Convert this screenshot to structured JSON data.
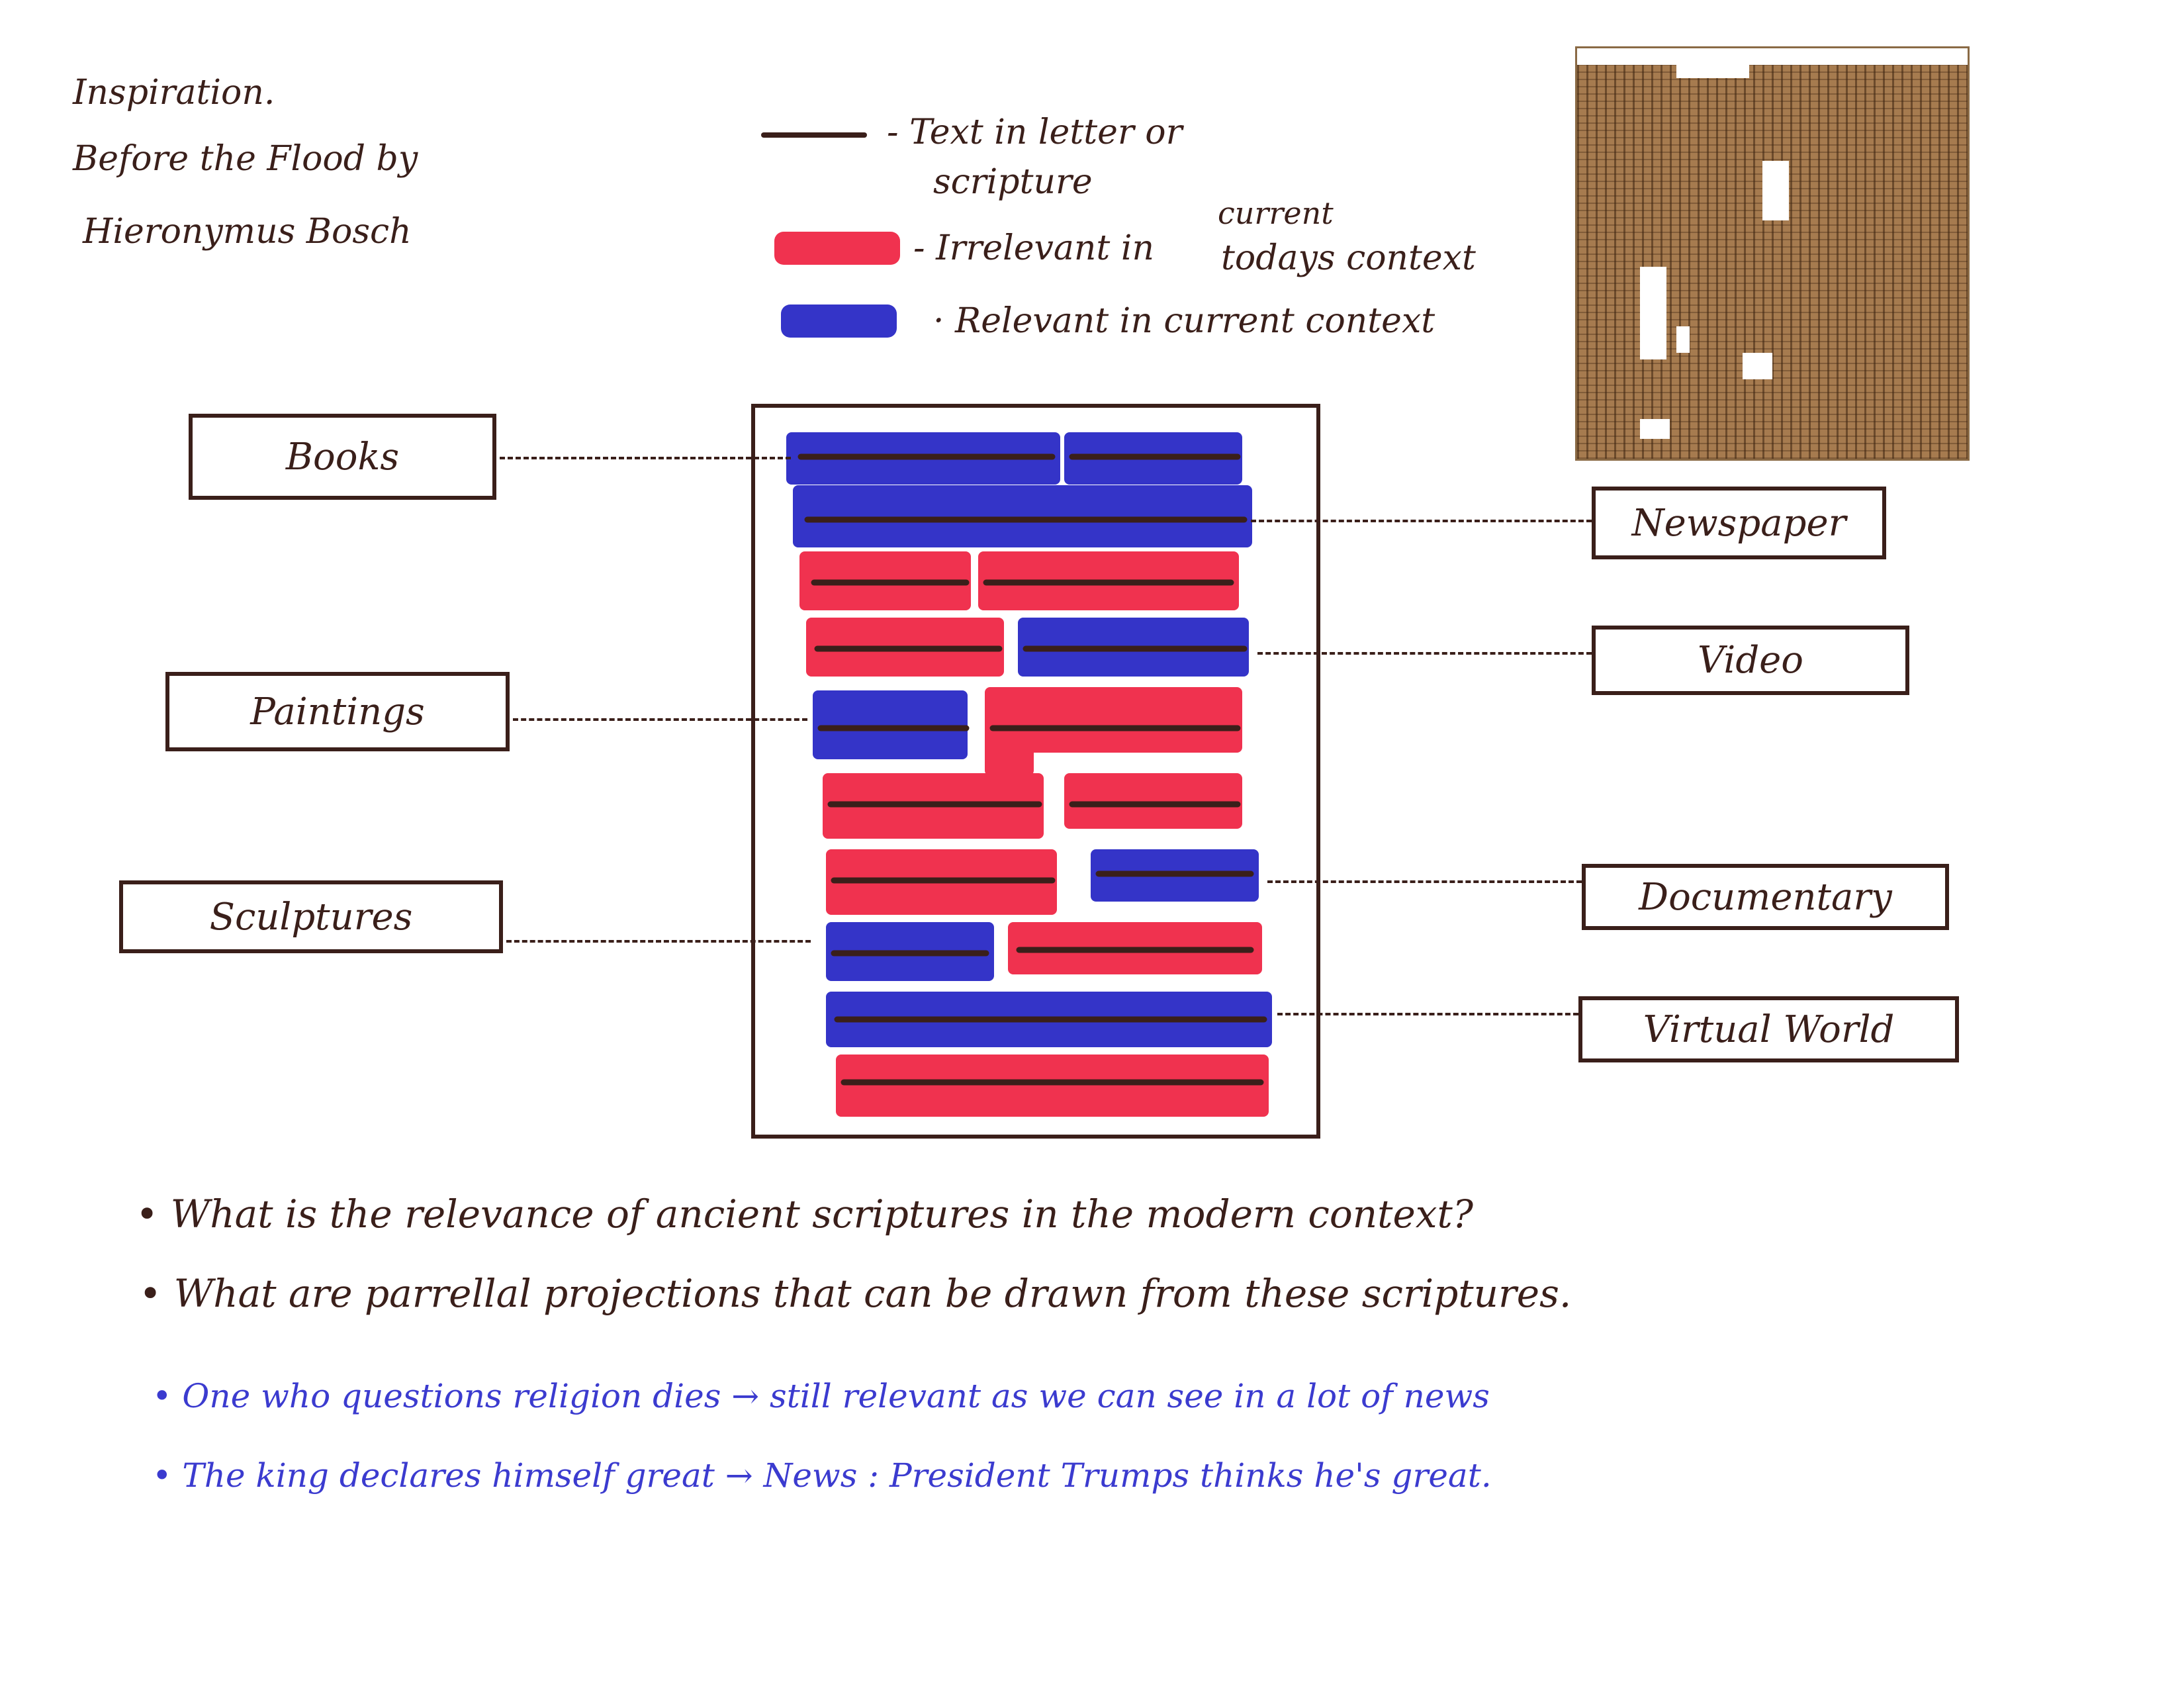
{
  "inspiration": {
    "heading": "Inspiration.",
    "line1": "Before the Flood by",
    "line2": "Hieronymus Bosch"
  },
  "legend": {
    "text_item": "- Text in letter or",
    "text_item_cont": "scripture",
    "red_item": "- Irrelevant in",
    "red_item_above": "current",
    "red_item_cont": "todays context",
    "blue_item": "· Relevant in current context"
  },
  "labels": {
    "books": "Books",
    "paintings": "Paintings",
    "sculptures": "Sculptures",
    "newspaper": "Newspaper",
    "video": "Video",
    "documentary": "Documentary",
    "virtual_world": "Virtual World"
  },
  "questions": {
    "q1": "• What is the relevance of ancient scriptures in the modern context?",
    "q2": "• What are parrellal projections that can be drawn from these scriptures.",
    "n1": "• One who questions religion dies → still relevant as we can see in a lot of news",
    "n2": "• The king declares himself great → News : President Trumps thinks he's great."
  },
  "colors": {
    "ink": "#3a1f1a",
    "red": "#f0324f",
    "blue": "#3434c8"
  },
  "icons": {
    "papyrus": "ancient-papyrus-scripture-image"
  }
}
